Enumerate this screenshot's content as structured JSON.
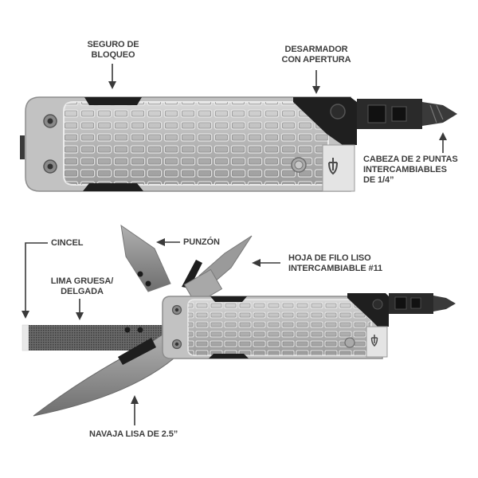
{
  "title": "Multiherramienta - componentes",
  "colors": {
    "label_text": "#3d3d3d",
    "arrow": "#3a3a3a",
    "handle_silver": "#b8b8b8",
    "handle_dark_silver": "#8e8e8e",
    "black_accent": "#1e1e1e",
    "blade_gray": "#9a9a9a",
    "background": "#ffffff"
  },
  "top_view": {
    "labels": {
      "lock": {
        "line1": "SEGURO DE",
        "line2": "BLOQUEO"
      },
      "screwdriver": {
        "line1": "DESARMADOR",
        "line2": "CON APERTURA"
      },
      "bit_head": {
        "line1": "CABEZA DE 2 PUNTAS",
        "line2": "INTERCAMBIABLES",
        "line3": "DE 1/4”"
      }
    }
  },
  "open_view": {
    "labels": {
      "chisel": "CINCEL",
      "awl": "PUNZÓN",
      "file": {
        "line1": "LIMA GRUESA/",
        "line2": "DELGADA"
      },
      "replaceable_blade": {
        "line1": "HOJA DE FILO LISO",
        "line2": "INTERCAMBIABLE #11"
      },
      "knife": "NAVAJA LISA DE 2.5”"
    }
  },
  "icons": {
    "brand_logo": "gerber-logo-icon",
    "arrow": "arrow-icon",
    "screw": "screw-icon"
  }
}
